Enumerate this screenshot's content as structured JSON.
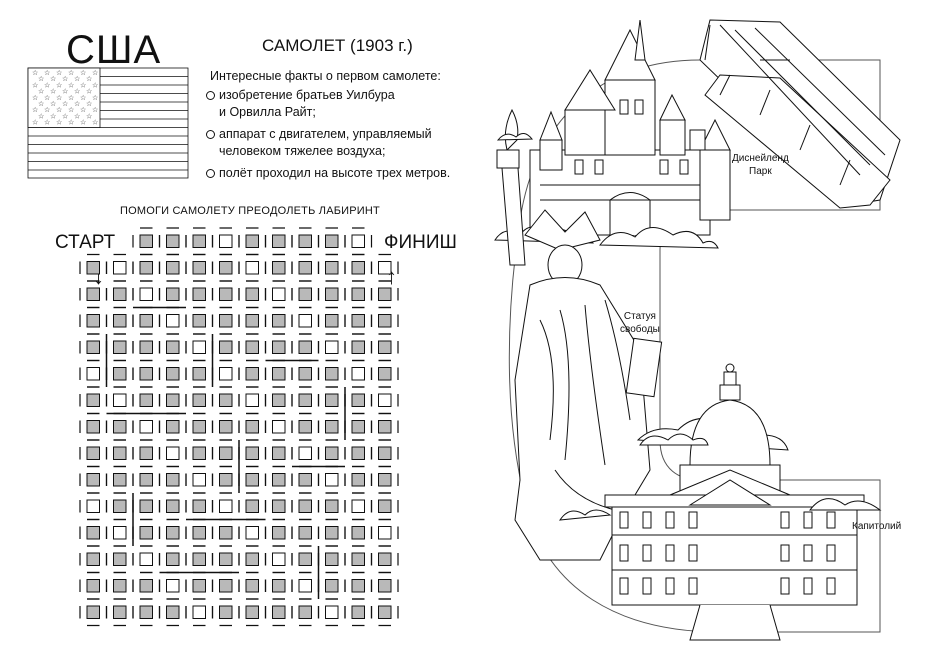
{
  "country": "США",
  "plane_title": "САМОЛЕТ (1903 г.)",
  "facts": {
    "intro": "Интересные факты о первом самолете:",
    "items": [
      {
        "line1": "изобретение братьев Уилбура",
        "line2": "и Орвилла Райт;"
      },
      {
        "line1": "аппарат с двигателем, управляемый",
        "line2": "человеком тяжелее воздуха;"
      },
      {
        "line1": "полёт проходил на высоте трех метров.",
        "line2": ""
      }
    ]
  },
  "maze": {
    "title": "ПОМОГИ САМОЛЕТУ ПРЕОДОЛЕТЬ ЛАБИРИНТ",
    "start": "СТАРТ",
    "finish": "ФИНИШ",
    "start_arrow": "↓",
    "finish_arrow": "↑"
  },
  "landmarks": {
    "disneyland": {
      "line1": "Диснейленд",
      "line2": "Парк"
    },
    "liberty": {
      "line1": "Статуя",
      "line2": "свободы"
    },
    "capitol": {
      "line1": "Капитолий"
    }
  },
  "icons": {
    "flag": "usa-flag-icon",
    "plane": "wright-flyer-icon",
    "castle": "castle-icon",
    "statue": "statue-of-liberty-icon",
    "capitol": "capitol-building-icon"
  },
  "colors": {
    "ink": "#111111",
    "maze_fill": "#b9b9b9"
  }
}
